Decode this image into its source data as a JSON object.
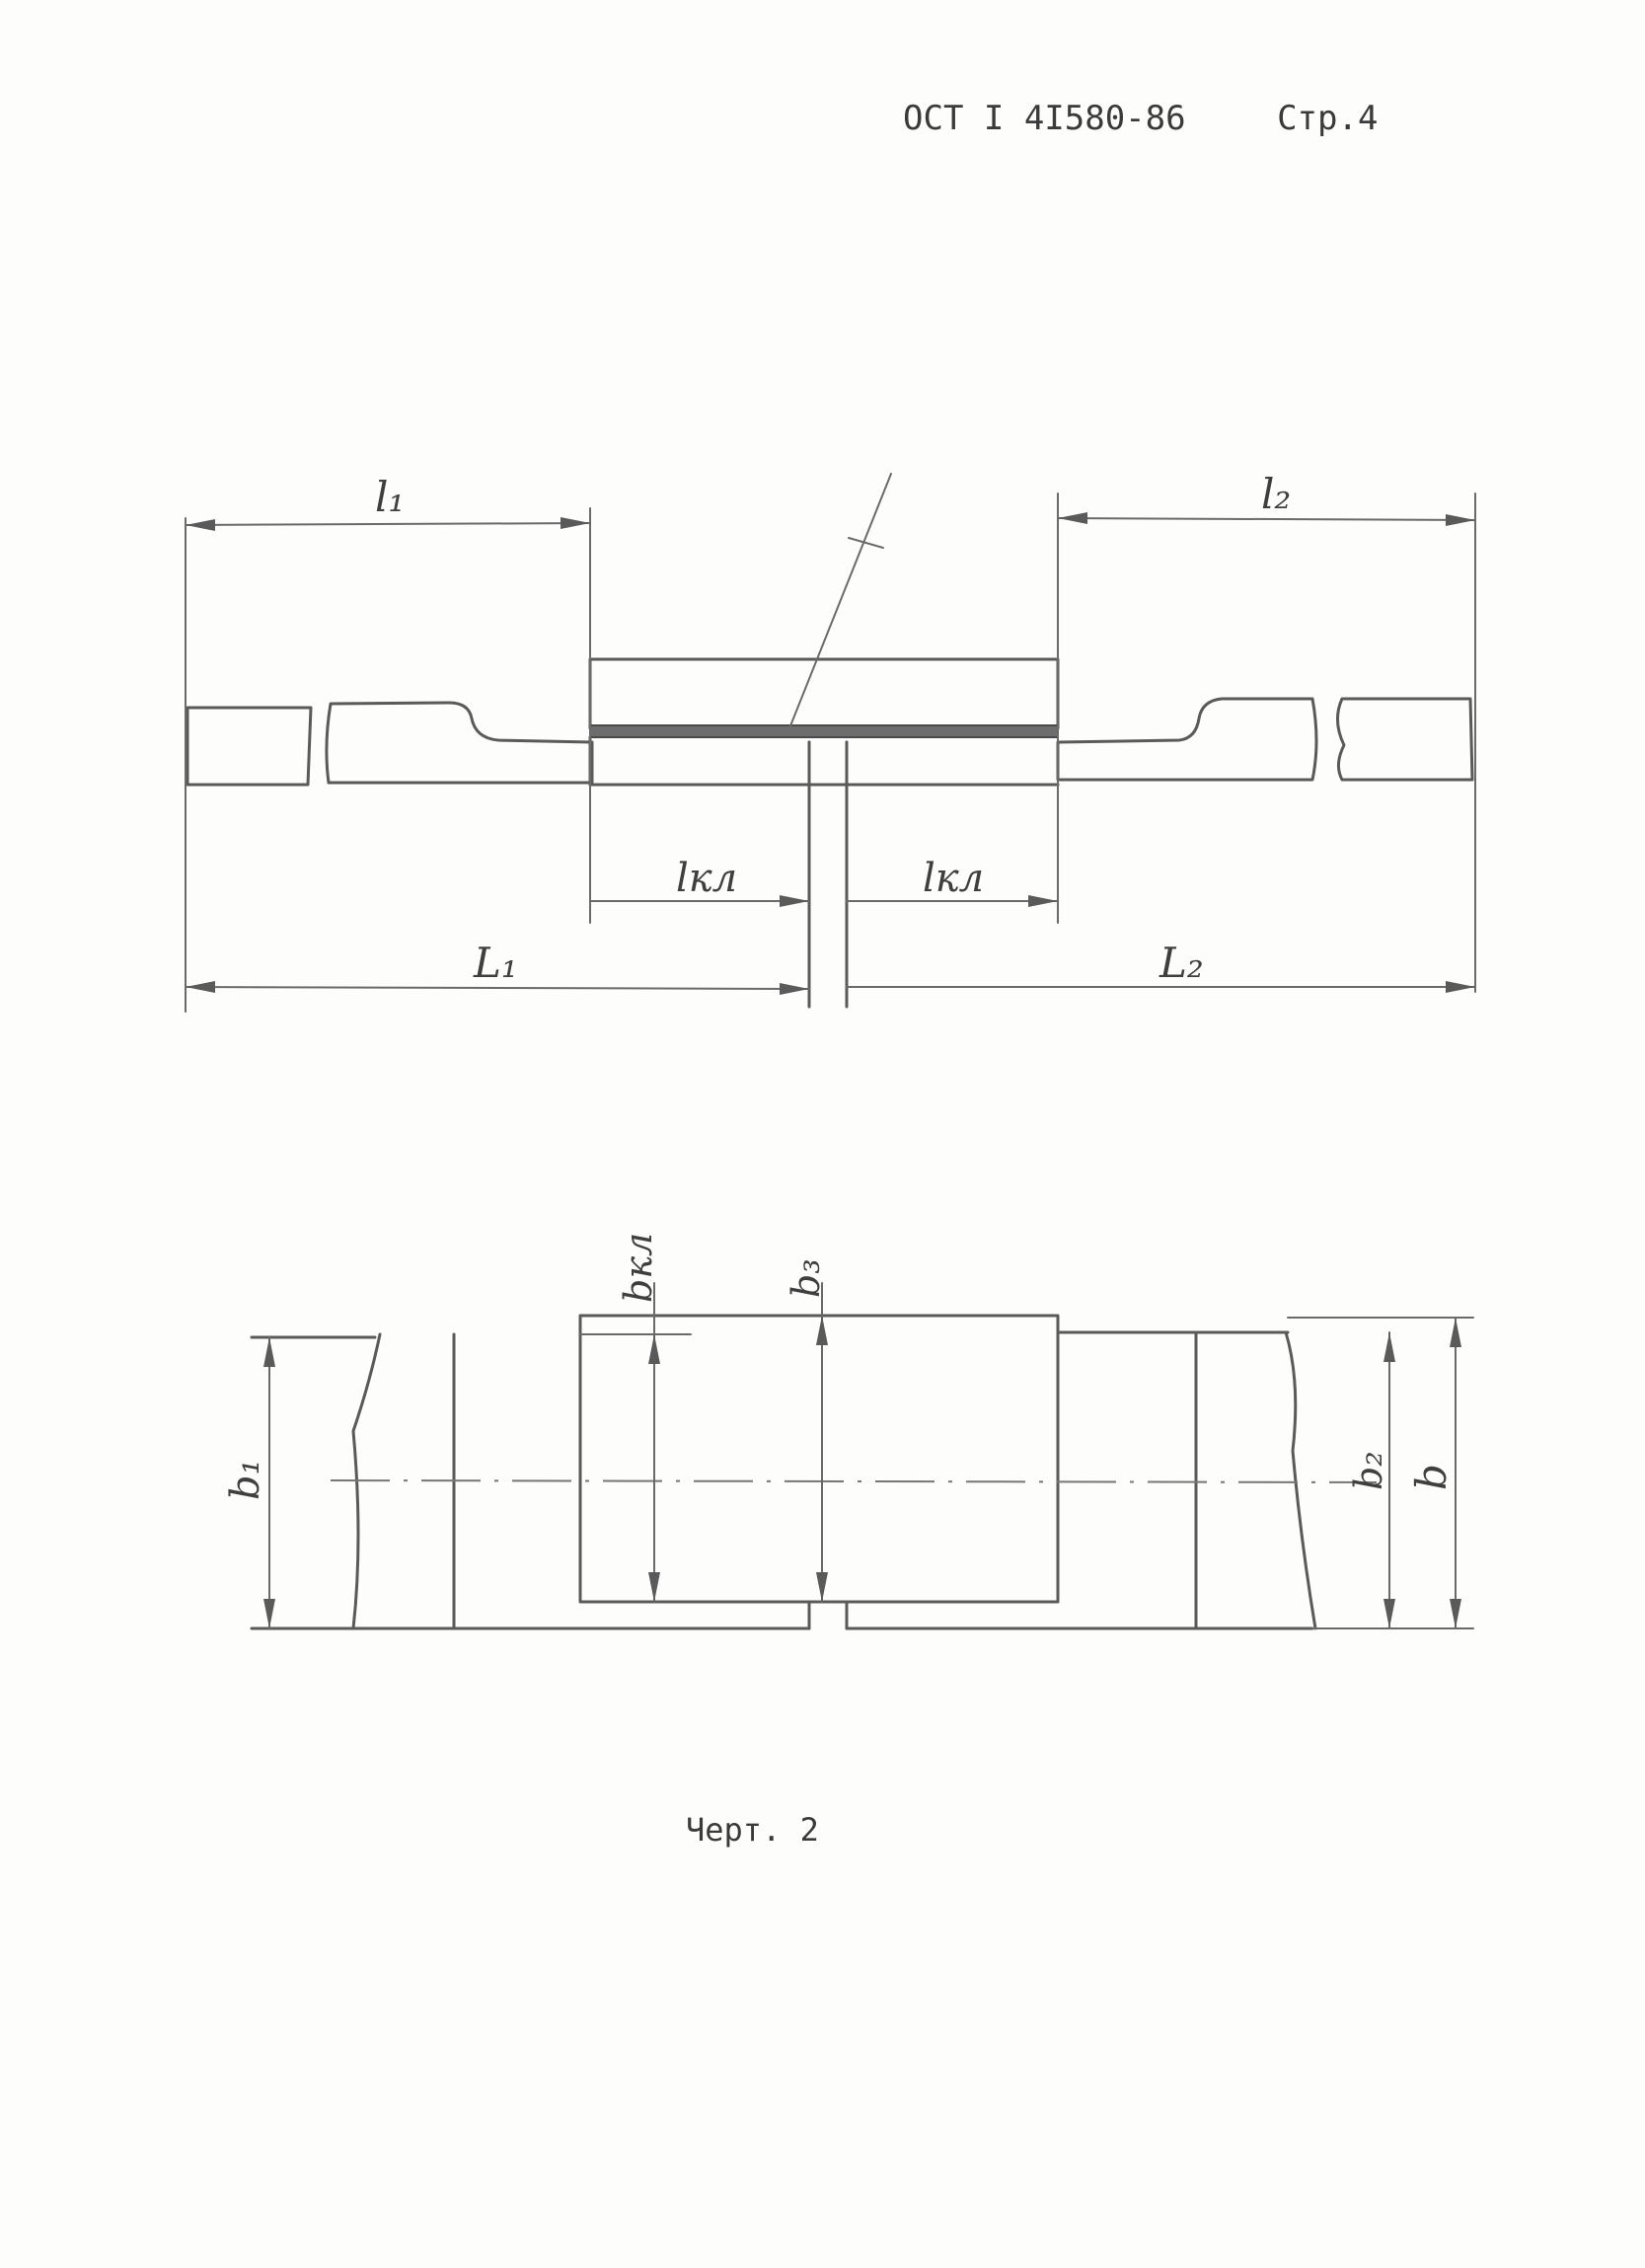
{
  "header": {
    "doc_code": "ОСТ I 4I580-86",
    "page_number": "Стр.4"
  },
  "drawing_top": {
    "labels": {
      "l1": "l₁",
      "l2": "l₂",
      "lkl_left": "lкл",
      "lkl_right": "lкл",
      "L1": "L₁",
      "L2": "L₂"
    }
  },
  "drawing_bottom": {
    "labels": {
      "bkl": "bкл",
      "b3": "b₃",
      "b1": "b₁",
      "b2": "b₂",
      "b": "b"
    }
  },
  "caption": "Черт. 2"
}
